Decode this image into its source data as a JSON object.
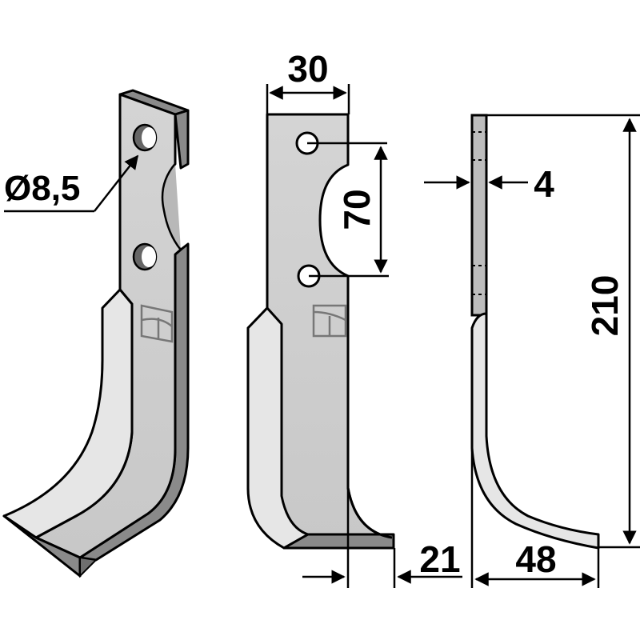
{
  "diagram": {
    "subject": "Rotary tiller blade technical drawing",
    "views": [
      {
        "name": "perspective-view",
        "description": "3D view of blade with two mounting holes"
      },
      {
        "name": "front-view",
        "description": "Front elevation with hole spacing"
      },
      {
        "name": "side-view",
        "description": "Side profile with thickness and height"
      }
    ],
    "dimensions": {
      "hole_diameter": "Ø8,5",
      "width": "30",
      "hole_spacing": "70",
      "thickness": "4",
      "height": "210",
      "tip_offset": "21",
      "bend_depth": "48"
    },
    "colors": {
      "outline": "#000000",
      "face": "#cfcfcf",
      "face_light": "#e6e6e6",
      "edge_dark": "#8a8a8a",
      "background": "#ffffff"
    }
  }
}
